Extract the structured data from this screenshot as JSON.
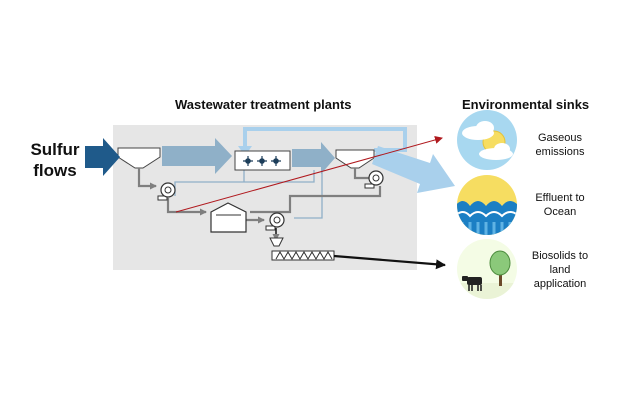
{
  "diagram": {
    "plant_title": "Wastewater treatment plants",
    "sinks_title": "Environmental sinks",
    "input": {
      "line1": "Sulfur",
      "line2": "flows"
    },
    "sinks": [
      {
        "line1": "Gaseous",
        "line2": "emissions",
        "line3": "",
        "icon": "cloud-sun-icon"
      },
      {
        "line1": "Effluent to",
        "line2": "Ocean",
        "line3": "",
        "icon": "ocean-waves-icon"
      },
      {
        "line1": "Biosolids to",
        "line2": "land",
        "line3": "application",
        "icon": "cow-tree-icon"
      }
    ]
  },
  "colors": {
    "plant_background": "#e6e6e6",
    "input_arrow": "#1f5a8a",
    "main_flow": "#8fb0c8",
    "recycle": "#a9d0ec",
    "sludge_line": "#7f7f7f",
    "gas_arrow": "#b0191e",
    "sky_icon": "#a8d8f0",
    "ocean_wave": "#1b7fc4",
    "ocean_sun": "#f6dd61",
    "land_icon": "#f4fce5"
  }
}
